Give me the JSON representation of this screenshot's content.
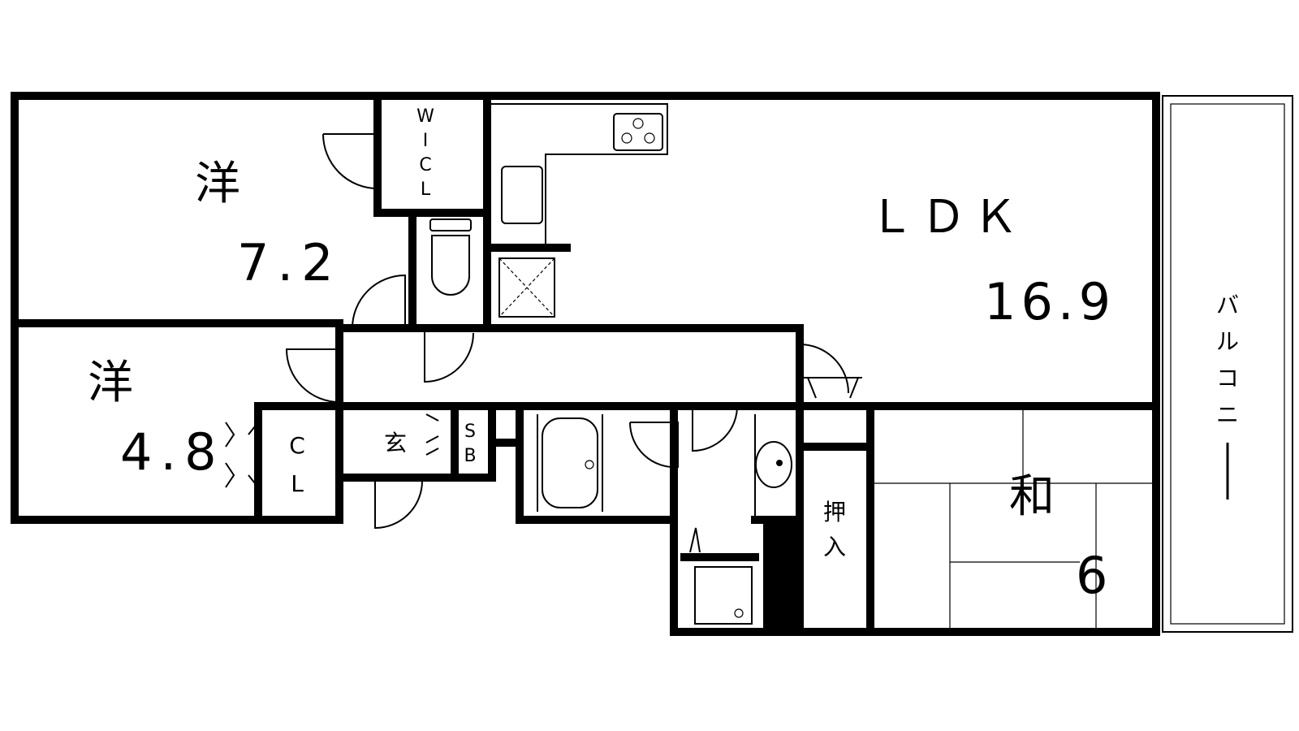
{
  "rooms": {
    "western_1": {
      "name": "洋",
      "size": "7.2"
    },
    "western_2": {
      "name": "洋",
      "size": "4.8"
    },
    "ldk": {
      "name": "ＬＤＫ",
      "size": "16.9"
    },
    "japanese": {
      "name": "和",
      "size": "6"
    }
  },
  "storage": {
    "wic": [
      "W",
      "I",
      "C",
      "L"
    ],
    "cl": [
      "C",
      "L"
    ],
    "sb": [
      "S",
      "B"
    ],
    "oshiire": [
      "押",
      "入"
    ]
  },
  "entrance": "玄",
  "balcony": [
    "バ",
    "ル",
    "コ",
    "ニ",
    "ー"
  ]
}
